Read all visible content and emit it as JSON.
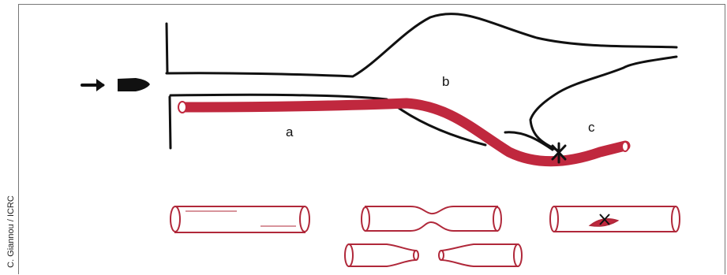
{
  "labels": {
    "a": "a",
    "b": "b",
    "c": "c"
  },
  "credit": "C. Giannou / ICRC",
  "colors": {
    "ink": "#111111",
    "vessel": "#c0283e",
    "vessel_outline": "#b0283a"
  },
  "icons": {
    "arrow": "right-arrow-icon",
    "bullet": "bullet-icon"
  }
}
